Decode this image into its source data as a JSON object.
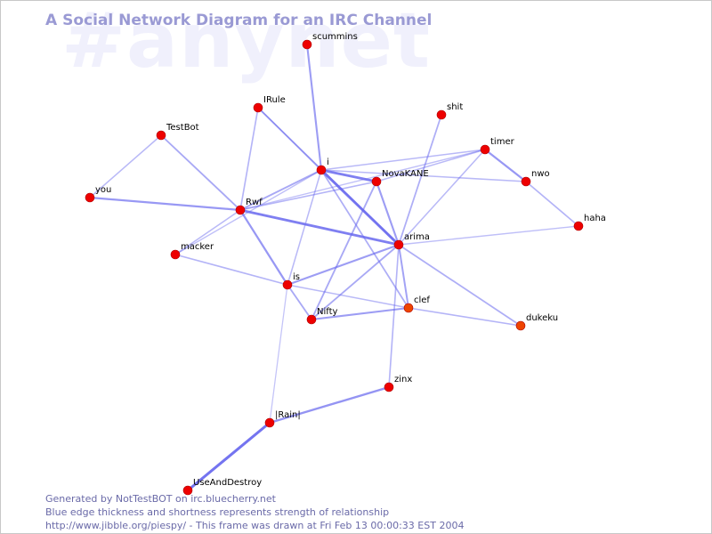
{
  "title": "A Social Network Diagram for an IRC Channel",
  "watermark": "#anynet",
  "footer": {
    "line1": "Generated by NotTestBOT on irc.bluecherry.net",
    "line2": "Blue edge thickness and shortness represents strength of relationship",
    "line3": "http://www.jibble.org/piespy/ - This frame was drawn at Fri Feb 13 00:00:33 EST 2004"
  },
  "colors": {
    "edge": "#6666ee",
    "node_red": "#ee0000",
    "node_orange": "#ee4400",
    "title": "#9a9ad4",
    "watermark": "#f0f0fc",
    "footer": "#6a6aa8"
  },
  "nodes": [
    {
      "id": "scummins",
      "label": "scummins",
      "color": "red"
    },
    {
      "id": "IRule",
      "label": "IRule",
      "color": "red"
    },
    {
      "id": "TestBot",
      "label": "TestBot",
      "color": "red"
    },
    {
      "id": "shit",
      "label": "shit",
      "color": "red"
    },
    {
      "id": "timer",
      "label": "timer",
      "color": "red"
    },
    {
      "id": "i",
      "label": "i",
      "color": "red"
    },
    {
      "id": "NovaKANE",
      "label": "NovaKANE",
      "color": "red"
    },
    {
      "id": "nwo",
      "label": "nwo",
      "color": "red"
    },
    {
      "id": "you",
      "label": "you",
      "color": "red"
    },
    {
      "id": "Rwf",
      "label": "Rwf",
      "color": "red"
    },
    {
      "id": "haha",
      "label": "haha",
      "color": "red"
    },
    {
      "id": "arima",
      "label": "arima",
      "color": "red"
    },
    {
      "id": "macker",
      "label": "macker",
      "color": "red"
    },
    {
      "id": "is",
      "label": "is",
      "color": "red"
    },
    {
      "id": "clef",
      "label": "clef",
      "color": "orange"
    },
    {
      "id": "Nifty",
      "label": "Nifty",
      "color": "red"
    },
    {
      "id": "dukeku",
      "label": "dukeku",
      "color": "orange"
    },
    {
      "id": "zinx",
      "label": "zinx",
      "color": "red"
    },
    {
      "id": "Rain",
      "label": "|Rain|",
      "color": "red"
    },
    {
      "id": "UseAndDestroy",
      "label": "UseAndDestroy",
      "color": "red"
    }
  ],
  "edges": [
    {
      "source": "scummins",
      "target": "i",
      "strength": 0.55
    },
    {
      "source": "IRule",
      "target": "i",
      "strength": 0.45
    },
    {
      "source": "IRule",
      "target": "Rwf",
      "strength": 0.35
    },
    {
      "source": "IRule",
      "target": "arima",
      "strength": 0.3
    },
    {
      "source": "TestBot",
      "target": "you",
      "strength": 0.3
    },
    {
      "source": "TestBot",
      "target": "Rwf",
      "strength": 0.45
    },
    {
      "source": "shit",
      "target": "arima",
      "strength": 0.4
    },
    {
      "source": "timer",
      "target": "nwo",
      "strength": 0.6
    },
    {
      "source": "timer",
      "target": "i",
      "strength": 0.3
    },
    {
      "source": "timer",
      "target": "NovaKANE",
      "strength": 0.3
    },
    {
      "source": "timer",
      "target": "arima",
      "strength": 0.3
    },
    {
      "source": "timer",
      "target": "Rwf",
      "strength": 0.25
    },
    {
      "source": "i",
      "target": "NovaKANE",
      "strength": 0.85
    },
    {
      "source": "i",
      "target": "arima",
      "strength": 0.9
    },
    {
      "source": "i",
      "target": "Rwf",
      "strength": 0.45
    },
    {
      "source": "i",
      "target": "clef",
      "strength": 0.4
    },
    {
      "source": "i",
      "target": "nwo",
      "strength": 0.3
    },
    {
      "source": "i",
      "target": "macker",
      "strength": 0.25
    },
    {
      "source": "NovaKANE",
      "target": "arima",
      "strength": 0.55
    },
    {
      "source": "NovaKANE",
      "target": "Nifty",
      "strength": 0.45
    },
    {
      "source": "NovaKANE",
      "target": "Rwf",
      "strength": 0.35
    },
    {
      "source": "nwo",
      "target": "haha",
      "strength": 0.35
    },
    {
      "source": "you",
      "target": "Rwf",
      "strength": 0.6
    },
    {
      "source": "Rwf",
      "target": "arima",
      "strength": 0.85
    },
    {
      "source": "Rwf",
      "target": "is",
      "strength": 0.6
    },
    {
      "source": "Rwf",
      "target": "macker",
      "strength": 0.3
    },
    {
      "source": "arima",
      "target": "haha",
      "strength": 0.25
    },
    {
      "source": "arima",
      "target": "is",
      "strength": 0.55
    },
    {
      "source": "arima",
      "target": "Nifty",
      "strength": 0.45
    },
    {
      "source": "arima",
      "target": "clef",
      "strength": 0.5
    },
    {
      "source": "arima",
      "target": "dukeku",
      "strength": 0.4
    },
    {
      "source": "arima",
      "target": "zinx",
      "strength": 0.35
    },
    {
      "source": "macker",
      "target": "is",
      "strength": 0.35
    },
    {
      "source": "is",
      "target": "Nifty",
      "strength": 0.45
    },
    {
      "source": "is",
      "target": "clef",
      "strength": 0.3
    },
    {
      "source": "is",
      "target": "i",
      "strength": 0.3
    },
    {
      "source": "is",
      "target": "Rain",
      "strength": 0.2
    },
    {
      "source": "Nifty",
      "target": "clef",
      "strength": 0.55
    },
    {
      "source": "clef",
      "target": "dukeku",
      "strength": 0.35
    },
    {
      "source": "zinx",
      "target": "Rain",
      "strength": 0.65
    },
    {
      "source": "Rain",
      "target": "UseAndDestroy",
      "strength": 0.95
    }
  ]
}
